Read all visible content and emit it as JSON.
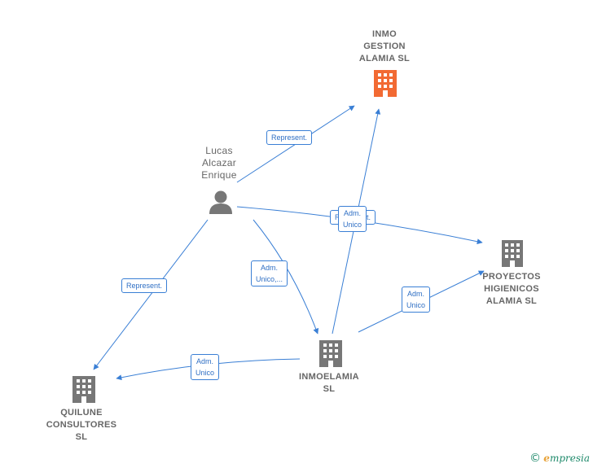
{
  "nodes": {
    "inmo_gestion": {
      "label": "INMO\nGESTION\nALAMIA  SL",
      "icon": "building-icon",
      "color": "#f26a33"
    },
    "lucas": {
      "label": "Lucas\nAlcazar\nEnrique",
      "icon": "person-icon",
      "color": "#777777"
    },
    "proyectos": {
      "label": "PROYECTOS\nHIGIENICOS\nALAMIA  SL",
      "icon": "building-icon",
      "color": "#777777"
    },
    "inmoelamia": {
      "label": "INMOELAMIA\nSL",
      "icon": "building-icon",
      "color": "#777777"
    },
    "quilune": {
      "label": "QUILUNE\nCONSULTORES\nSL",
      "icon": "building-icon",
      "color": "#777777"
    }
  },
  "edges": {
    "lucas_inmo": "Represent.",
    "lucas_proyectos_hidden": "Represent.",
    "inmoelamia_inmo": "Adm.\nUnico",
    "lucas_inmoelamia": "Adm.\nUnico,...",
    "lucas_quilune": "Represent.",
    "inmoelamia_proyectos": "Adm.\nUnico",
    "inmoelamia_quilune": "Adm.\nUnico"
  },
  "colors": {
    "edge": "#3a7fd5"
  },
  "footer": {
    "copyright": "©",
    "brand_first": "e",
    "brand_rest": "mpresia"
  }
}
